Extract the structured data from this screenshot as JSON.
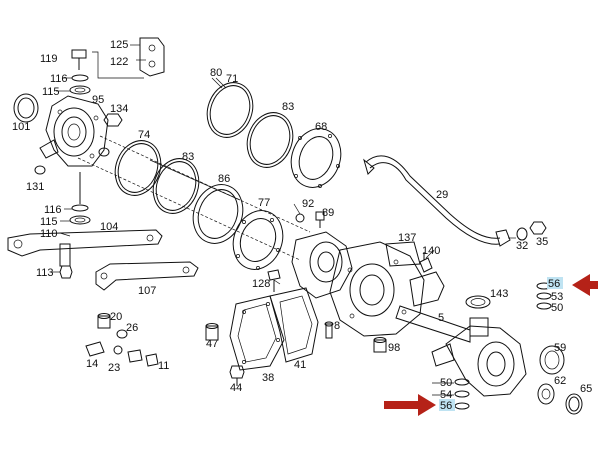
{
  "diagram": {
    "part_numbers": {
      "p125": "125",
      "p119": "119",
      "p122": "122",
      "p116a": "116",
      "p115a": "115",
      "p95": "95",
      "p101": "101",
      "p134": "134",
      "p80": "80",
      "p71": "71",
      "p83a": "83",
      "p68": "68",
      "p74": "74",
      "p83b": "83",
      "p131": "131",
      "p86": "86",
      "p77": "77",
      "p116b": "116",
      "p115b": "115",
      "p110": "110",
      "p104": "104",
      "p113": "113",
      "p107": "107",
      "p92": "92",
      "p89": "89",
      "p29": "29",
      "p137": "137",
      "p140": "140",
      "p32": "32",
      "p35": "35",
      "p128": "128",
      "p56a": "56",
      "p53": "53",
      "p50a": "50",
      "p143": "143",
      "p20": "20",
      "p26": "26",
      "p14": "14",
      "p23": "23",
      "p11": "11",
      "p47": "47",
      "p8": "8",
      "p98": "98",
      "p41": "41",
      "p38": "38",
      "p44": "44",
      "p5": "5",
      "p59": "59",
      "p50b": "50",
      "p54": "54",
      "p56b": "56",
      "p62": "62",
      "p65": "65"
    },
    "highlighted_part": "56",
    "colors": {
      "arrow": "#b52218",
      "highlight": "#bfe3f2",
      "line": "#111111",
      "background": "#ffffff"
    }
  }
}
